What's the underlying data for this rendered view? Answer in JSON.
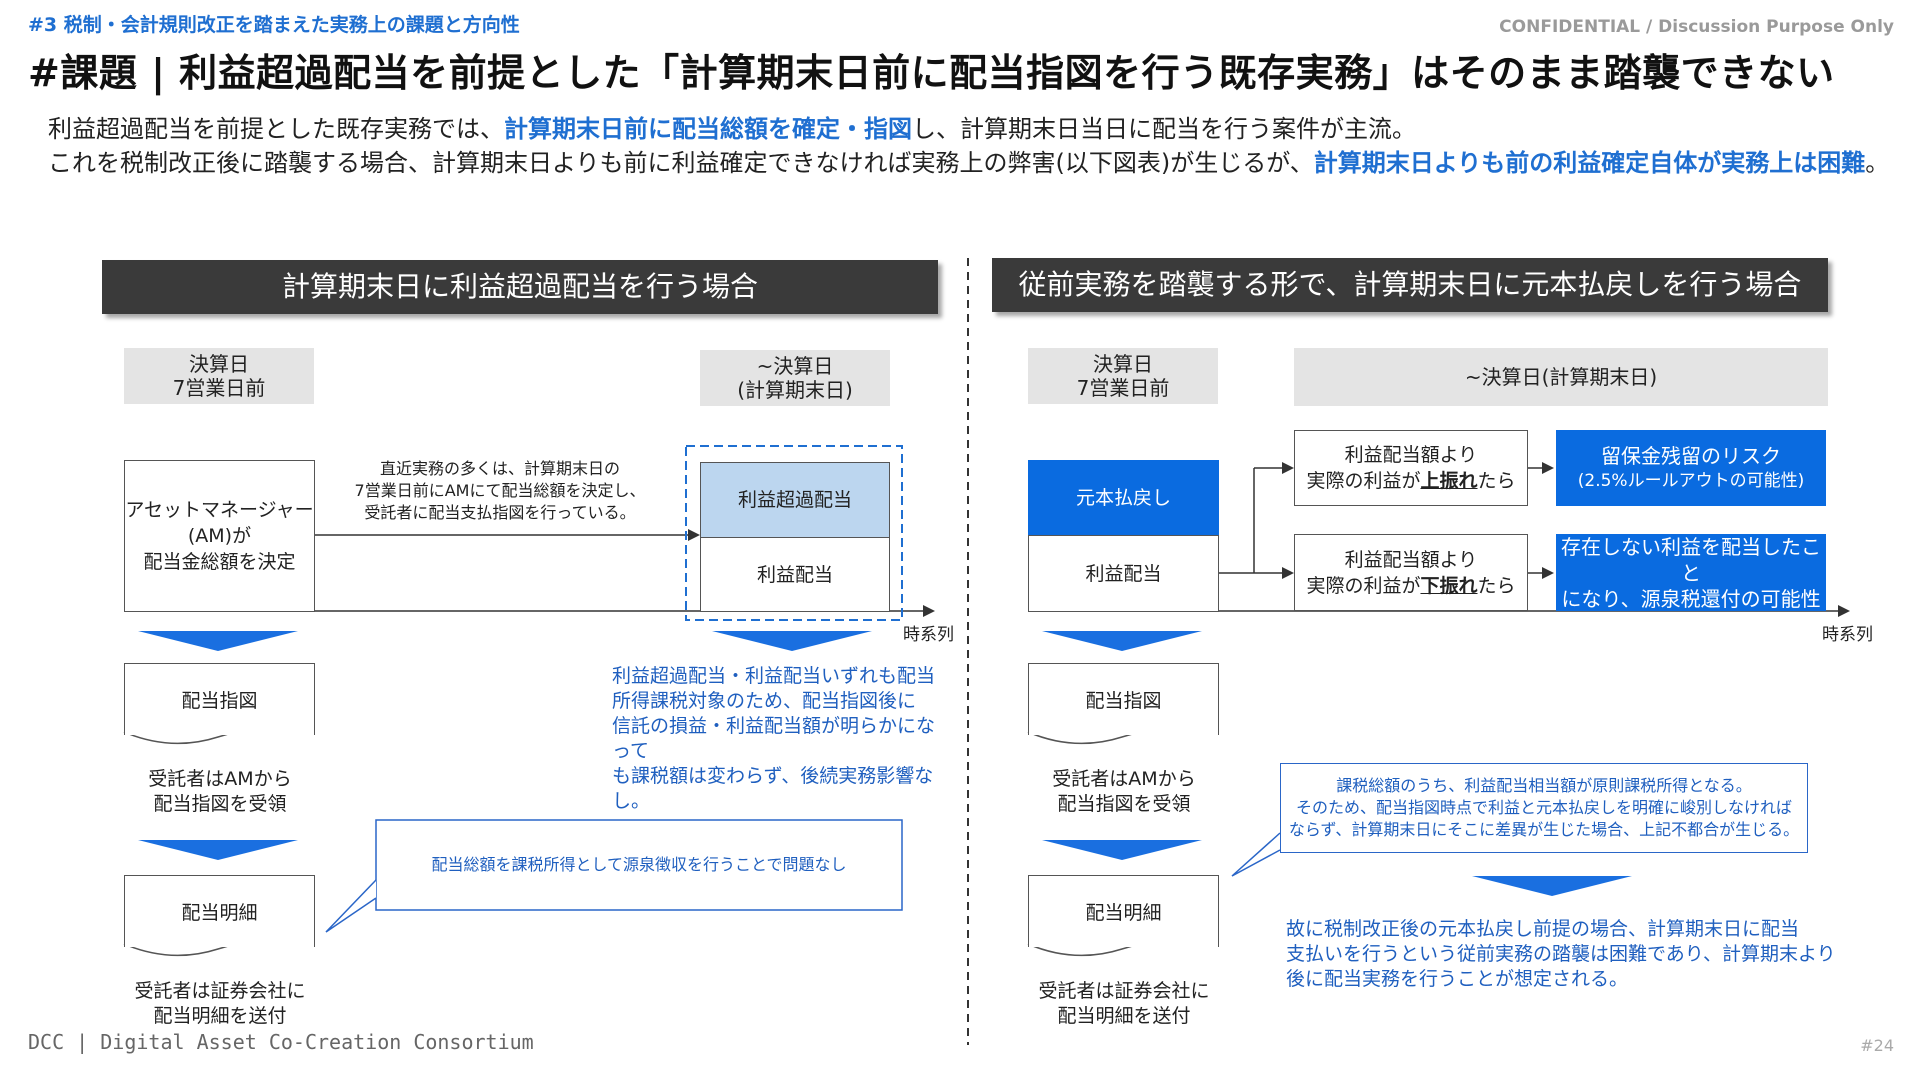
{
  "header": {
    "section": "#3  税制・会計規則改正を踏まえた実務上の課題と方向性",
    "confidential": "CONFIDENTIAL / Discussion Purpose Only",
    "title": "#課題 | 利益超過配当を前提とした「計算期末日前に配当指図を行う既存実務」はそのまま踏襲できない"
  },
  "intro": {
    "l1_a": "利益超過配当を前提とした既存実務では、",
    "l1_hl": "計算期末日前に配当総額を確定・指図",
    "l1_b": "し、計算期末日当日に配当を行う案件が主流。",
    "l2_a": "これを税制改正後に踏襲する場合、計算期末日よりも前に利益確定できなければ実務上の弊害(以下図表)が生じるが、",
    "l2_hl": "計算期末日よりも前の利益確定自体が実務上は困難",
    "l2_b": "。"
  },
  "left": {
    "banner": "計算期末日に利益超過配当を行う場合",
    "date1": "決算日\n7営業日前",
    "date2": "~決算日\n(計算期末日)",
    "am_box": "アセットマネージャー\n(AM)が\n配当金総額を決定",
    "arrow_note": "直近実務の多くは、計算期末日の\n7営業日前にAMにて配当総額を決定し、\n受託者に配当支払指図を行っている。",
    "excess": "利益超過配当",
    "profit": "利益配当",
    "axis": "時系列",
    "doc1": "配当指図",
    "cap1": "受託者はAMから\n配当指図を受領",
    "doc2": "配当明細",
    "cap2": "受託者は証券会社に\n配当明細を送付",
    "blue_note": "利益超過配当・利益配当いずれも配当\n所得課税対象のため、配当指図後に\n信託の損益・利益配当額が明らかになって\nも課税額は変わらず、後続実務影響なし。",
    "callout": "配当総額を課税所得として源泉徴収を行うことで問題なし"
  },
  "right": {
    "banner": "従前実務を踏襲する形で、計算期末日に元本払戻しを行う場合",
    "date1": "決算日\n7営業日前",
    "date2": "~決算日(計算期末日)",
    "refund": "元本払戻し",
    "profit": "利益配当",
    "up_a": "利益配当額より\n実際の利益が",
    "up_b": "上振れ",
    "up_c": "たら",
    "down_a": "利益配当額より\n実際の利益が",
    "down_b": "下振れ",
    "down_c": "たら",
    "risk1_title": "留保金残留のリスク",
    "risk1_sub": "(2.5%ルールアウトの可能性)",
    "risk2": "存在しない利益を配当したこと\nになり、源泉税還付の可能性",
    "axis": "時系列",
    "doc1": "配当指図",
    "cap1": "受託者はAMから\n配当指図を受領",
    "doc2": "配当明細",
    "cap2": "受託者は証券会社に\n配当明細を送付",
    "callout": "課税総額のうち、利益配当相当額が原則課税所得となる。\nそのため、配当指図時点で利益と元本払戻しを明確に峻別しなければ\nならず、計算期末日にそこに差異が生じた場合、上記不都合が生じる。",
    "conclusion": "故に税制改正後の元本払戻し前提の場合、計算期末日に配当\n支払いを行うという従前実務の踏襲は困難であり、計算期末より\n後に配当実務を行うことが想定される。"
  },
  "footer": {
    "logo": "DCC | Digital Asset Co-Creation Consortium",
    "page": "#24"
  }
}
